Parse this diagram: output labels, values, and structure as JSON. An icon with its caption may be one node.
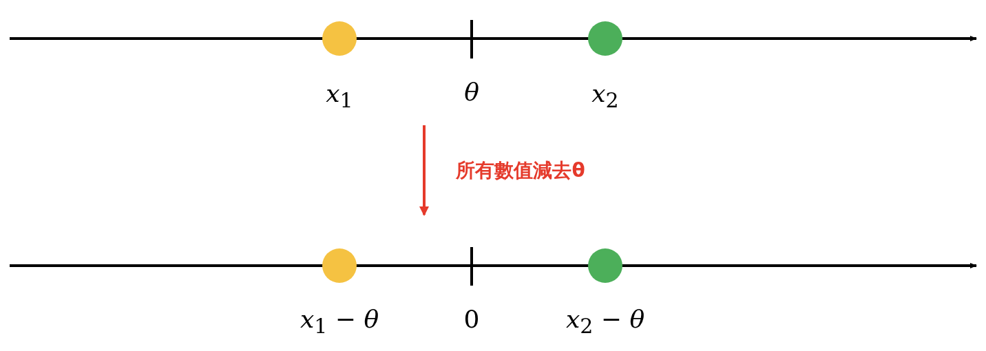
{
  "diagram": {
    "nodes": [
      {
        "text": [],
        "shape": "circle",
        "beside": [
          "*x*$_{1}$"
        ]
      },
      {
        "text": [],
        "shape": "circle",
        "beside": [
          "*x*$_{2}$"
        ]
      },
      {
        "text": [],
        "shape": "circle",
        "beside": [
          "*x*$_{1}$ − *θ*"
        ]
      },
      {
        "text": [],
        "shape": "circle",
        "beside": [
          "*x*$_{2}$ − *θ*"
        ]
      }
    ],
    "labels": [
      "*θ*",
      "所有數值減去θ",
      "0"
    ]
  }
}
